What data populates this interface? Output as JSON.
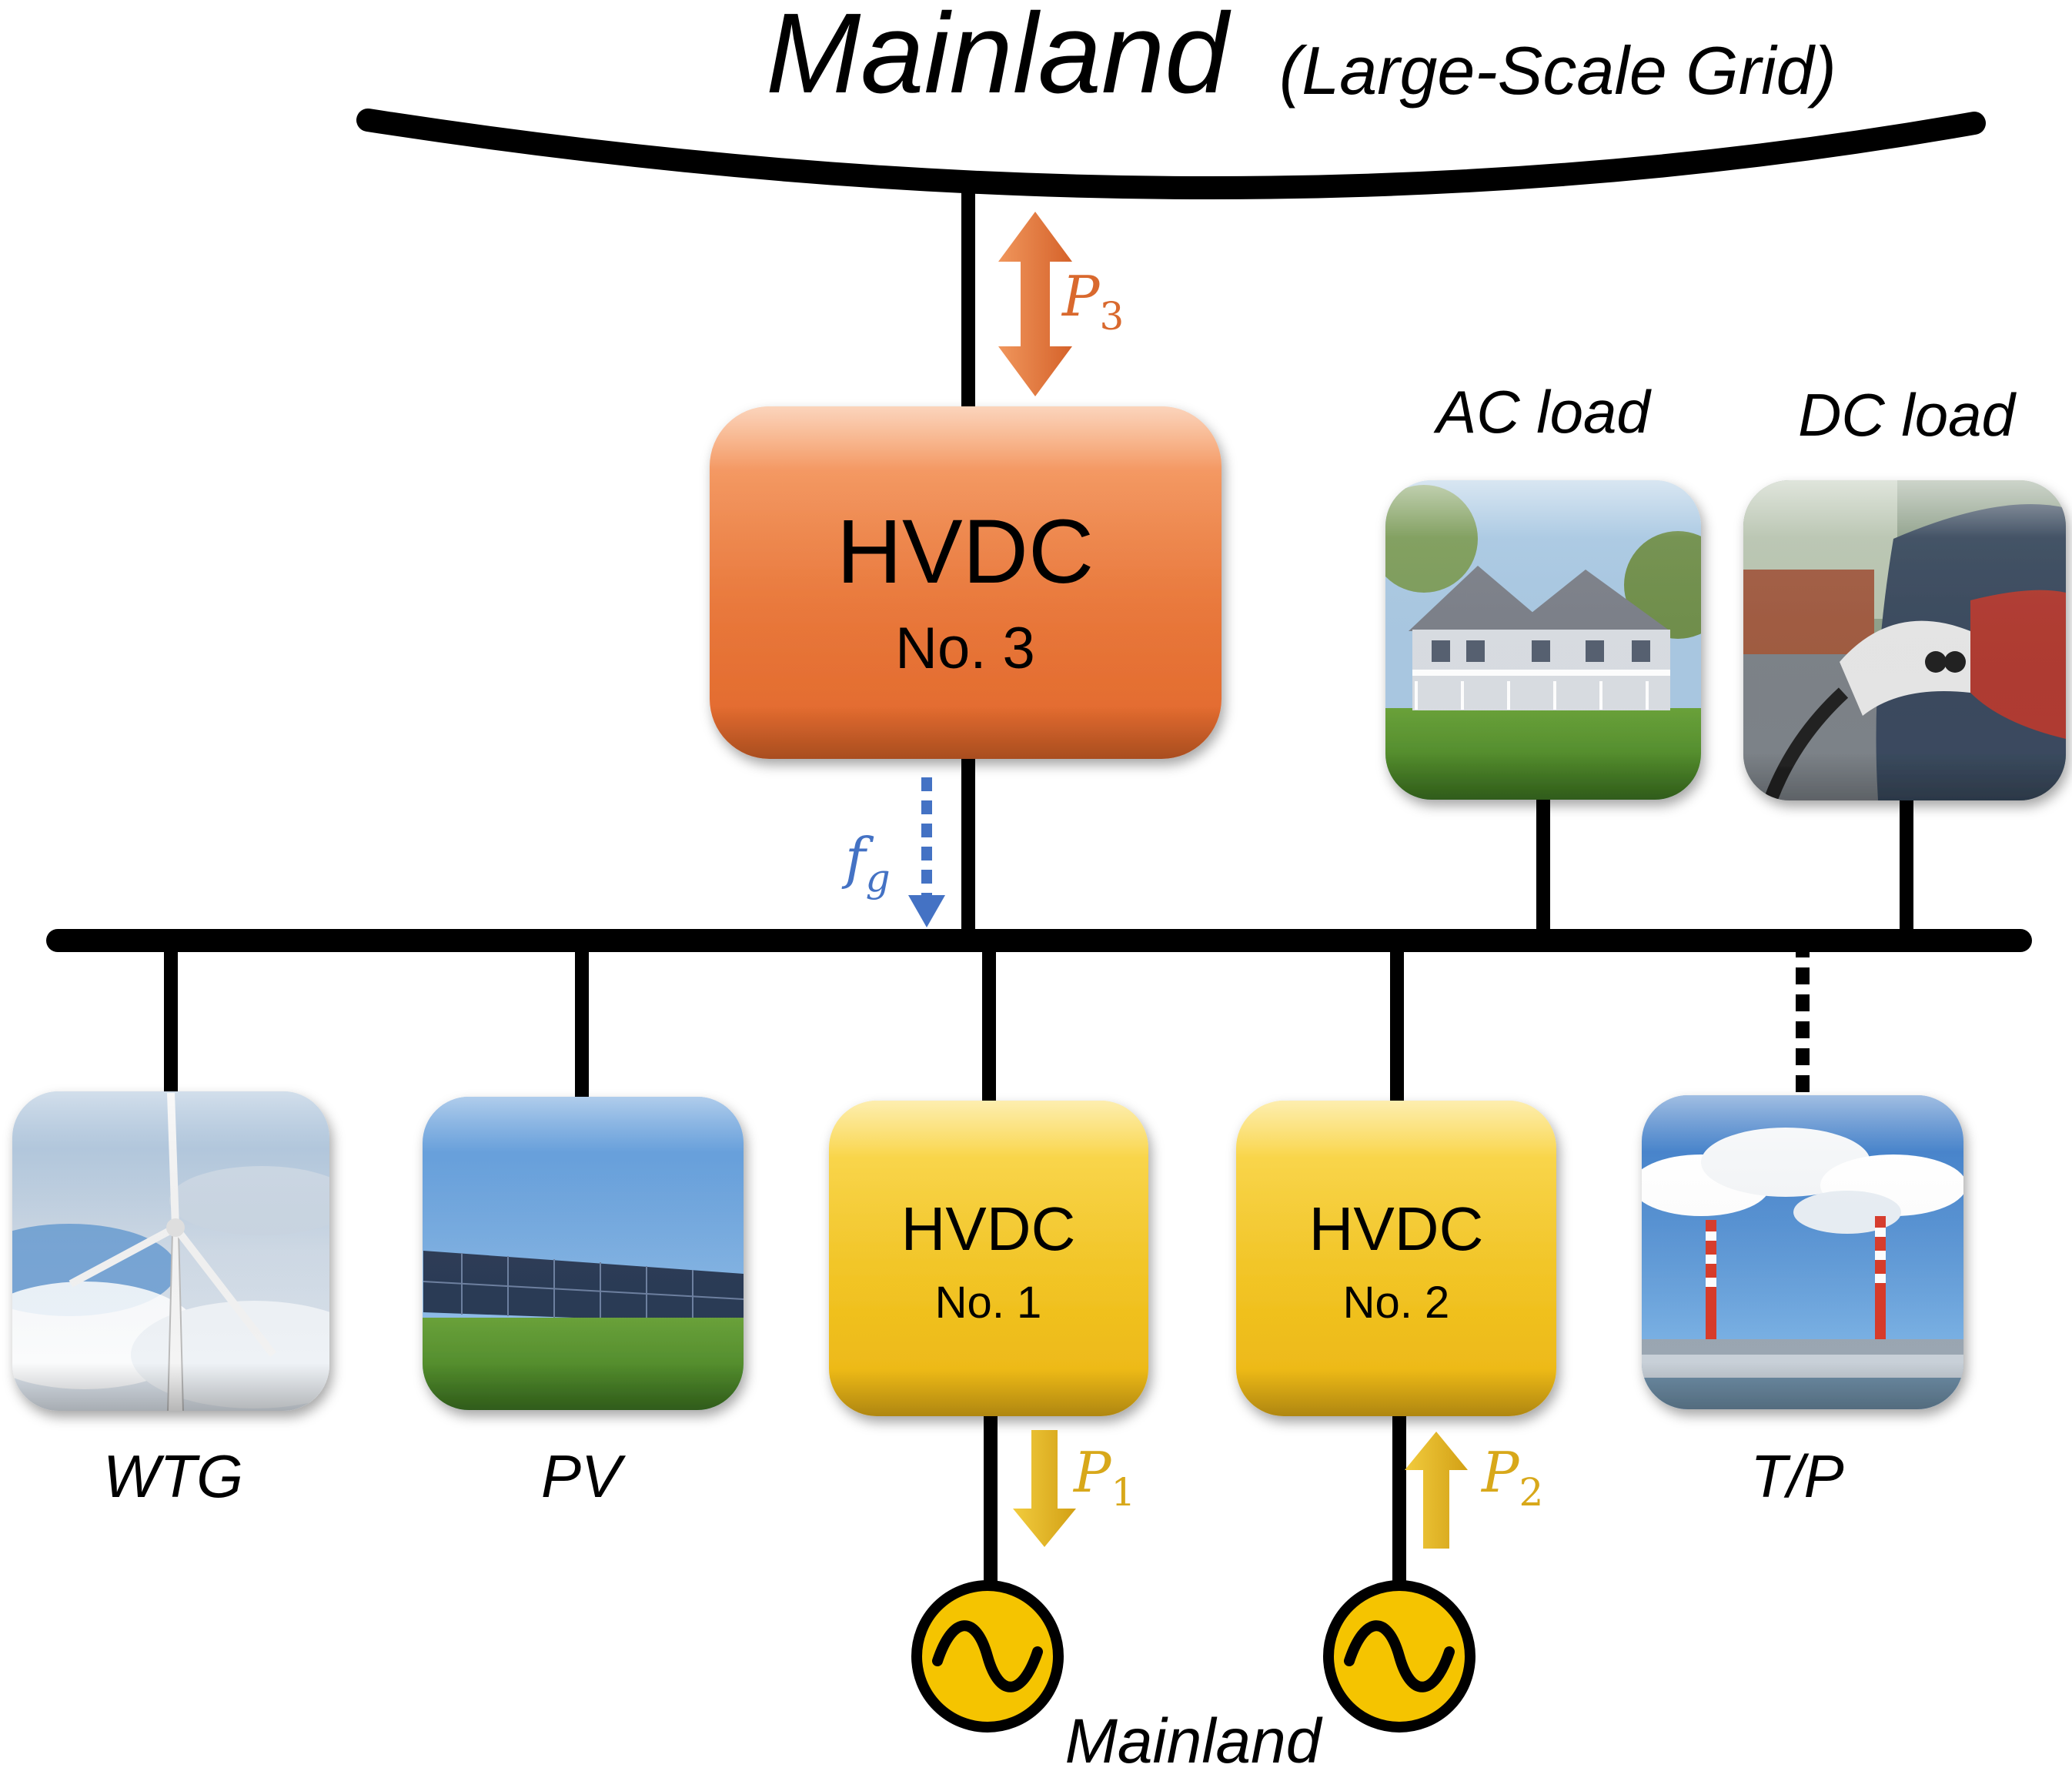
{
  "title": {
    "main": "Mainland",
    "sub": "(Large-Scale Grid)"
  },
  "converters": {
    "hvdc3": {
      "line1": "HVDC",
      "line2": "No. 3"
    },
    "hvdc1": {
      "line1": "HVDC",
      "line2": "No. 1"
    },
    "hvdc2": {
      "line1": "HVDC",
      "line2": "No. 2"
    }
  },
  "flows": {
    "p3": {
      "base": "P",
      "sub": "3"
    },
    "p1": {
      "base": "P",
      "sub": "1"
    },
    "p2": {
      "base": "P",
      "sub": "2"
    },
    "fg": {
      "base": "f",
      "sub": "g"
    }
  },
  "loads": {
    "ac": "AC load",
    "dc": "DC load"
  },
  "sources": {
    "wtg": "WTG",
    "pv": "PV",
    "tp": "T/P"
  },
  "mainland_bottom": "Mainland",
  "colors": {
    "orange": "#e8763a",
    "orange_arrow": "#d9692e",
    "yellow": "#f2c21b",
    "yellow_arrow": "#d8a81a",
    "blue_arrow": "#4472c4",
    "bus": "#000000"
  },
  "icons": {
    "wtg": "wind-turbine-icon",
    "pv": "solar-panel-icon",
    "tp": "thermal-plant-icon",
    "ac": "house-icon",
    "dc": "ev-charger-icon",
    "generator": "ac-source-icon"
  }
}
